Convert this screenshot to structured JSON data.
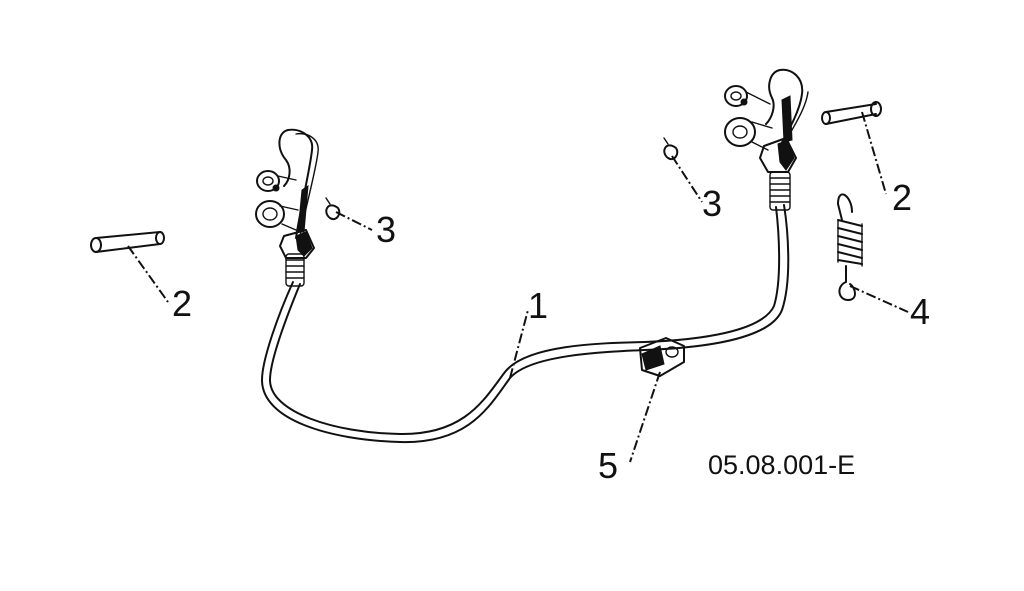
{
  "diagram": {
    "drawing_code": "05.08.001-E",
    "callouts": {
      "cable": "1",
      "pin_left": "2",
      "pin_right": "2",
      "clip_left": "3",
      "clip_right": "3",
      "spring": "4",
      "cable_clamp": "5"
    }
  }
}
